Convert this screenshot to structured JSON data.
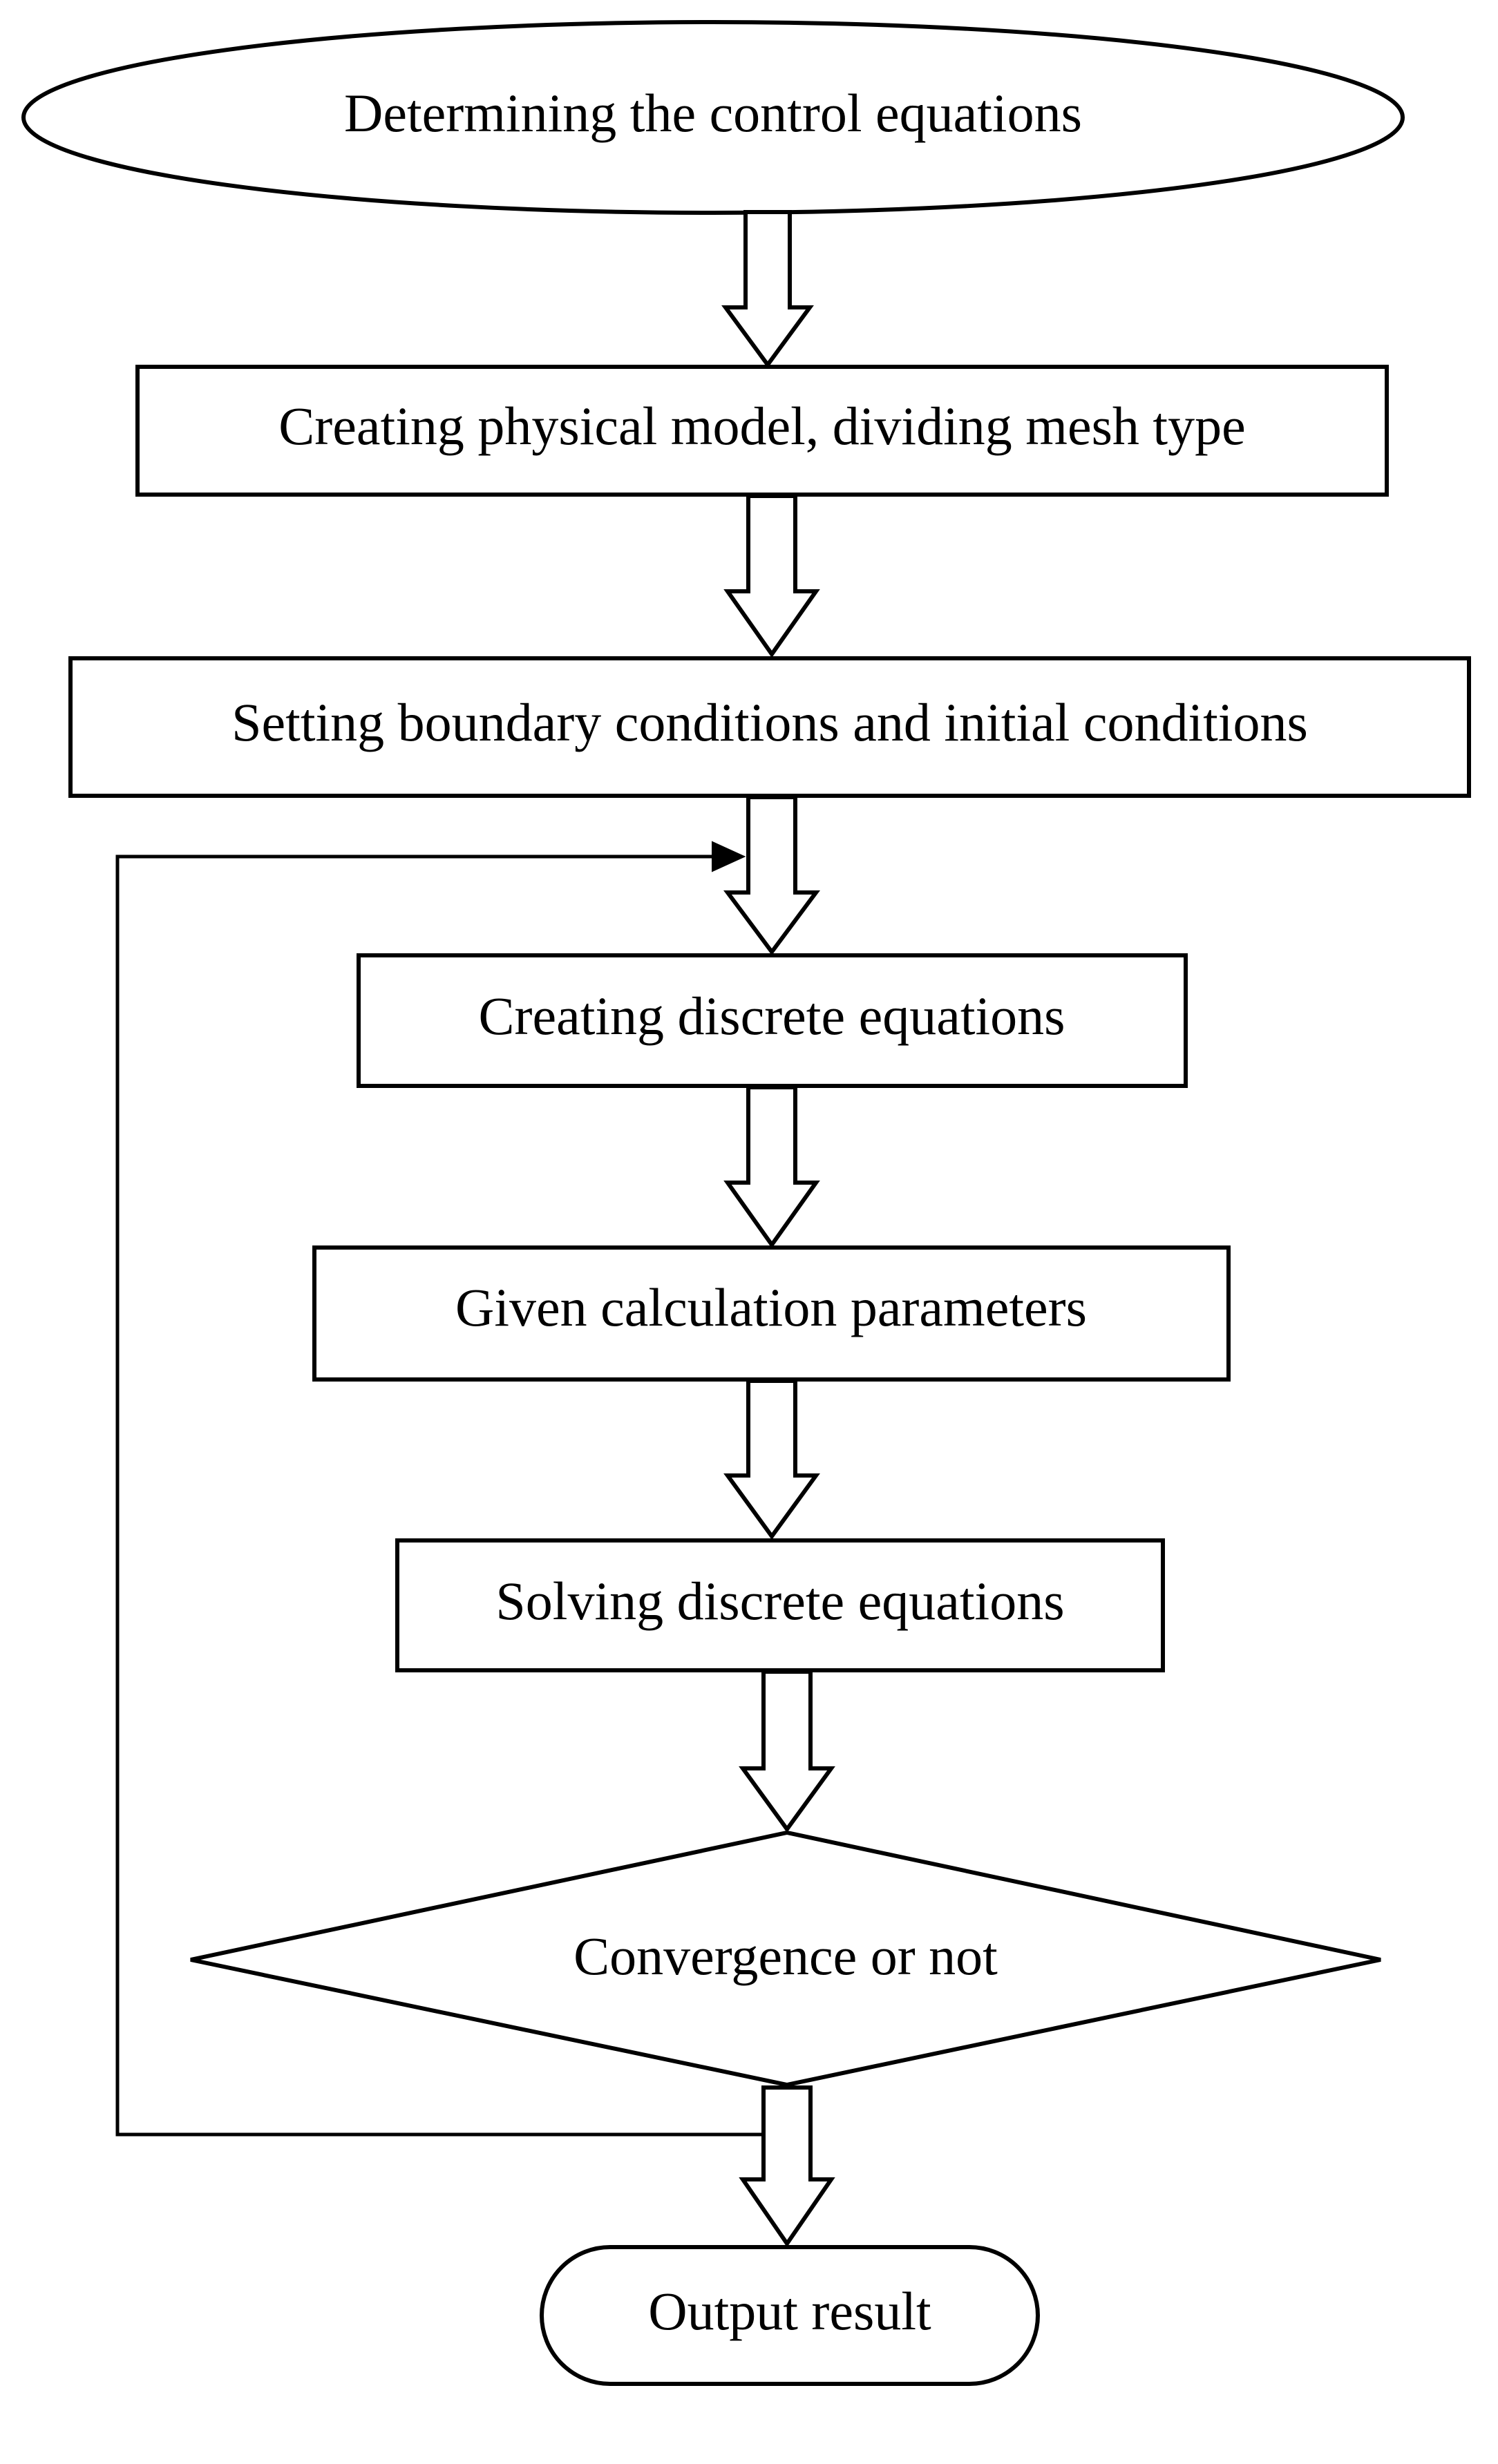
{
  "diagram": {
    "type": "flowchart",
    "colors": {
      "stroke": "#000000",
      "fill": "#ffffff",
      "text": "#000000"
    },
    "nodes": [
      {
        "id": "start",
        "shape": "ellipse",
        "label": "Determining the control equations"
      },
      {
        "id": "step1",
        "shape": "rectangle",
        "label": "Creating physical model, dividing mesh type"
      },
      {
        "id": "step2",
        "shape": "rectangle",
        "label": "Setting boundary conditions and initial  conditions"
      },
      {
        "id": "step3",
        "shape": "rectangle",
        "label": "Creating discrete  equations"
      },
      {
        "id": "step4",
        "shape": "rectangle",
        "label": "Given calculation parameters"
      },
      {
        "id": "step5",
        "shape": "rectangle",
        "label": "Solving discrete equations"
      },
      {
        "id": "decision",
        "shape": "diamond",
        "label": "Convergence or not"
      },
      {
        "id": "end",
        "shape": "rounded-rectangle",
        "label": "Output result"
      }
    ],
    "edges": [
      {
        "from": "start",
        "to": "step1",
        "style": "hollow-arrow"
      },
      {
        "from": "step1",
        "to": "step2",
        "style": "hollow-arrow"
      },
      {
        "from": "step2",
        "to": "step3",
        "style": "hollow-arrow"
      },
      {
        "from": "step3",
        "to": "step4",
        "style": "hollow-arrow"
      },
      {
        "from": "step4",
        "to": "step5",
        "style": "hollow-arrow"
      },
      {
        "from": "step5",
        "to": "decision",
        "style": "hollow-arrow"
      },
      {
        "from": "decision",
        "to": "end",
        "style": "hollow-arrow"
      },
      {
        "from": "decision",
        "to": "step3",
        "style": "line-arrow",
        "role": "feedback-loop"
      }
    ]
  }
}
